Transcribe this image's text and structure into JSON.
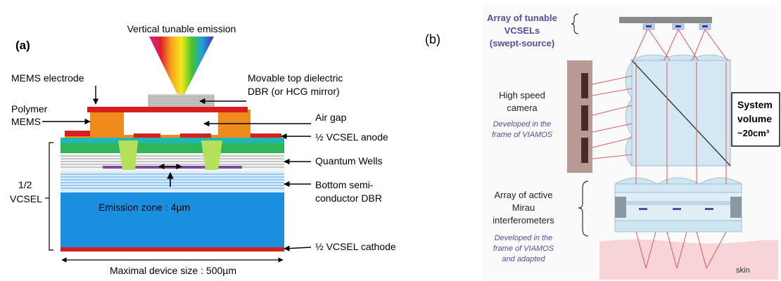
{
  "panel_a": {
    "tag": "(a)",
    "emission": "Vertical tunable emission",
    "mems_electrode": "MEMS electrode",
    "polymer": "Polymer",
    "mems": "MEMS",
    "movable_1": "Movable top dielectric",
    "movable_2": "DBR (or HCG mirror)",
    "air_gap": "Air gap",
    "anode": "½ VCSEL anode",
    "quantum_wells": "Quantum Wells",
    "half": "1/2",
    "vcsel": "VCSEL",
    "bottom_1": "Bottom semi-",
    "bottom_2": "conductor DBR",
    "emission_zone": "Emission zone : 4µm",
    "cathode": "½ VCSEL cathode",
    "device_size": "Maximal device size : 500µm"
  },
  "panel_b": {
    "tag": "(b)",
    "array_1": "Array of tunable",
    "array_2": "VCSELs",
    "array_3": "(swept-source)",
    "camera_1": "High speed",
    "camera_2": "camera",
    "dev_1": "Developed in the",
    "dev_2": "frame of VIAMOS",
    "system": "System",
    "volume": "volume",
    "vol_value": "~20cm³",
    "mirau_1": "Array of active",
    "mirau_2": "Mirau",
    "mirau_3": "interferometers",
    "dev2_1": "Developed in the",
    "dev2_2": "frame of VIAMOS",
    "dev2_3": "and adapted",
    "skin": "skin"
  },
  "colors": {
    "substrate_blue": "#1a8fe0",
    "electrode_red": "#d81e1e",
    "polymer_orange": "#f08a1c",
    "mirau_purple": "#5a4aa0",
    "skin_pink": "#f6d4d8",
    "camera_brown": "#b89a94"
  }
}
